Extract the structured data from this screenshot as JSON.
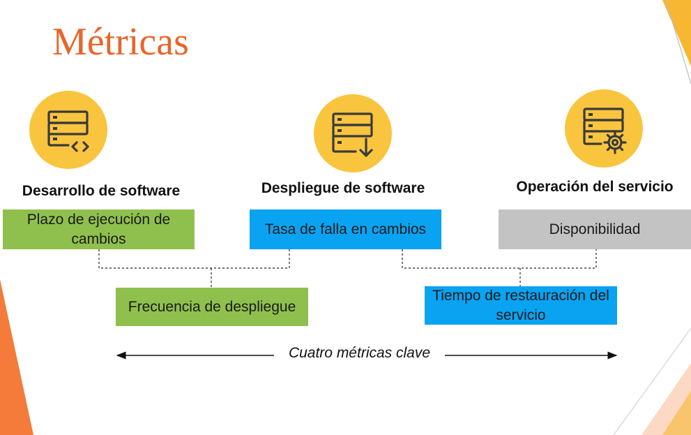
{
  "title": "Métricas",
  "categories": [
    {
      "label": "Desarrollo de software",
      "icon": "server-code-icon"
    },
    {
      "label": "Despliegue de software",
      "icon": "server-download-icon"
    },
    {
      "label": "Operación del servicio",
      "icon": "server-gear-icon"
    }
  ],
  "metrics": {
    "lead_time": "Plazo de ejecución de cambios",
    "change_failure_rate": "Tasa de falla en cambios",
    "availability": "Disponibilidad",
    "deployment_frequency": "Frecuencia de despliegue",
    "restore_time": "Tiempo de restauración del servicio"
  },
  "footer": {
    "span_label": "Cuatro métricas clave"
  },
  "colors": {
    "title": "#e8652b",
    "icon_circle": "#f9c53f",
    "green": "#8fc04d",
    "blue": "#0aa3f2",
    "gray": "#c3c3c3",
    "accent_orange": "#f47b3a"
  }
}
